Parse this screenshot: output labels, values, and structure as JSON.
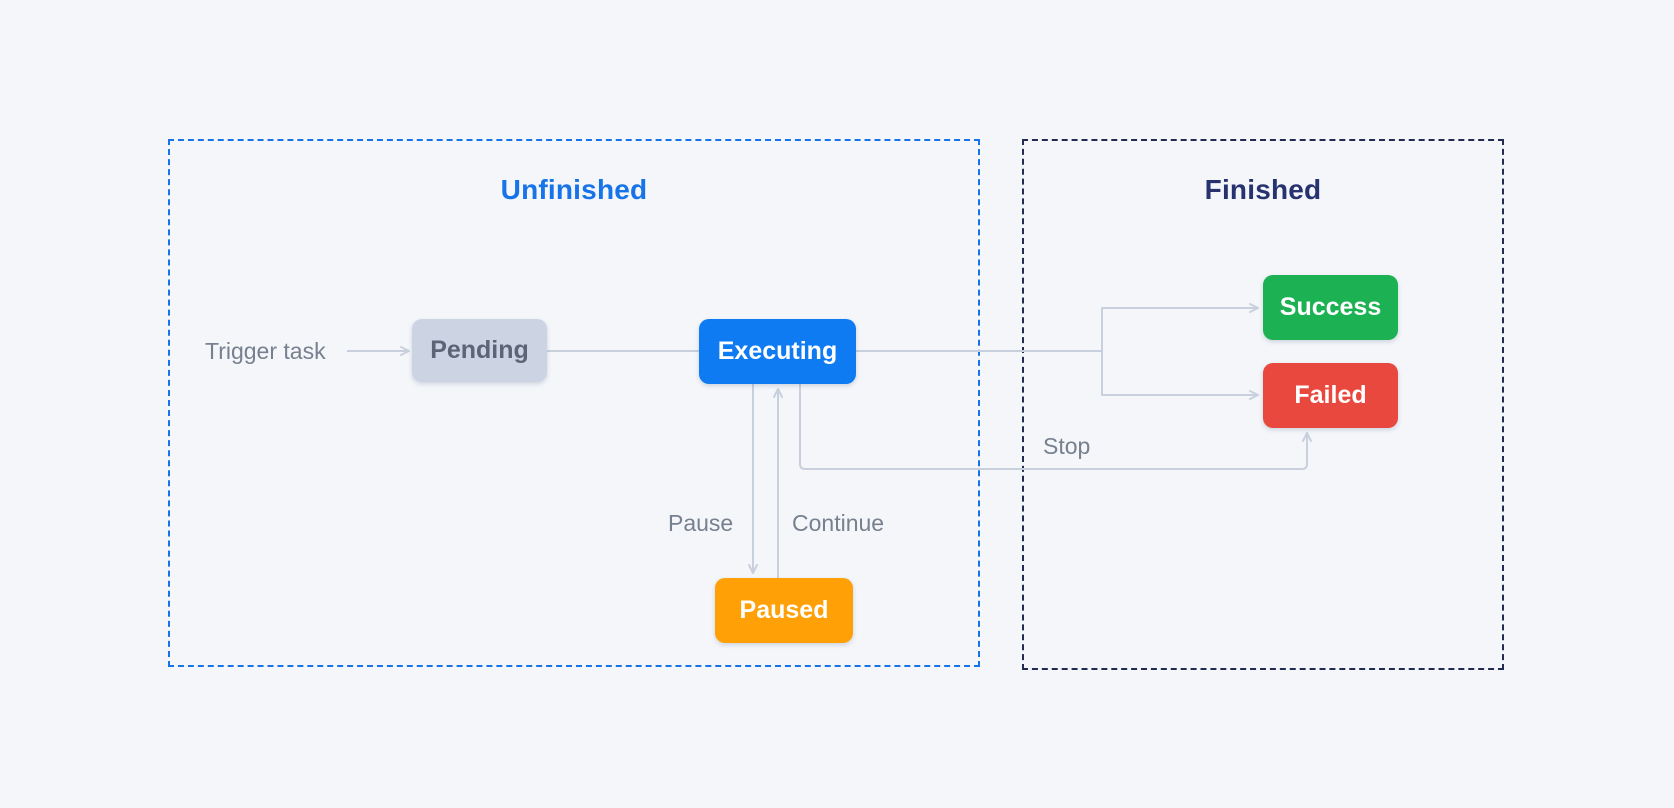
{
  "diagram": {
    "colors": {
      "background": "#f4f6fa",
      "line": "#c9d0dd",
      "edge_label": "#76808f",
      "unfinished_accent": "#1673e8",
      "finished_border": "#222b52",
      "finished_title": "#27336e"
    },
    "groups": {
      "unfinished": {
        "label": "Unfinished"
      },
      "finished": {
        "label": "Finished"
      }
    },
    "nodes": {
      "pending": {
        "label": "Pending",
        "fill": "#ccd3e3",
        "text_color": "#5c6475"
      },
      "executing": {
        "label": "Executing",
        "fill": "#0e7bf2",
        "text_color": "#ffffff"
      },
      "paused": {
        "label": "Paused",
        "fill": "#ffa006",
        "text_color": "#ffffff"
      },
      "success": {
        "label": "Success",
        "fill": "#1cb152",
        "text_color": "#ffffff"
      },
      "failed": {
        "label": "Failed",
        "fill": "#e9483f",
        "text_color": "#ffffff"
      }
    },
    "edge_labels": {
      "trigger": "Trigger task",
      "pause": "Pause",
      "continue": "Continue",
      "stop": "Stop"
    }
  }
}
